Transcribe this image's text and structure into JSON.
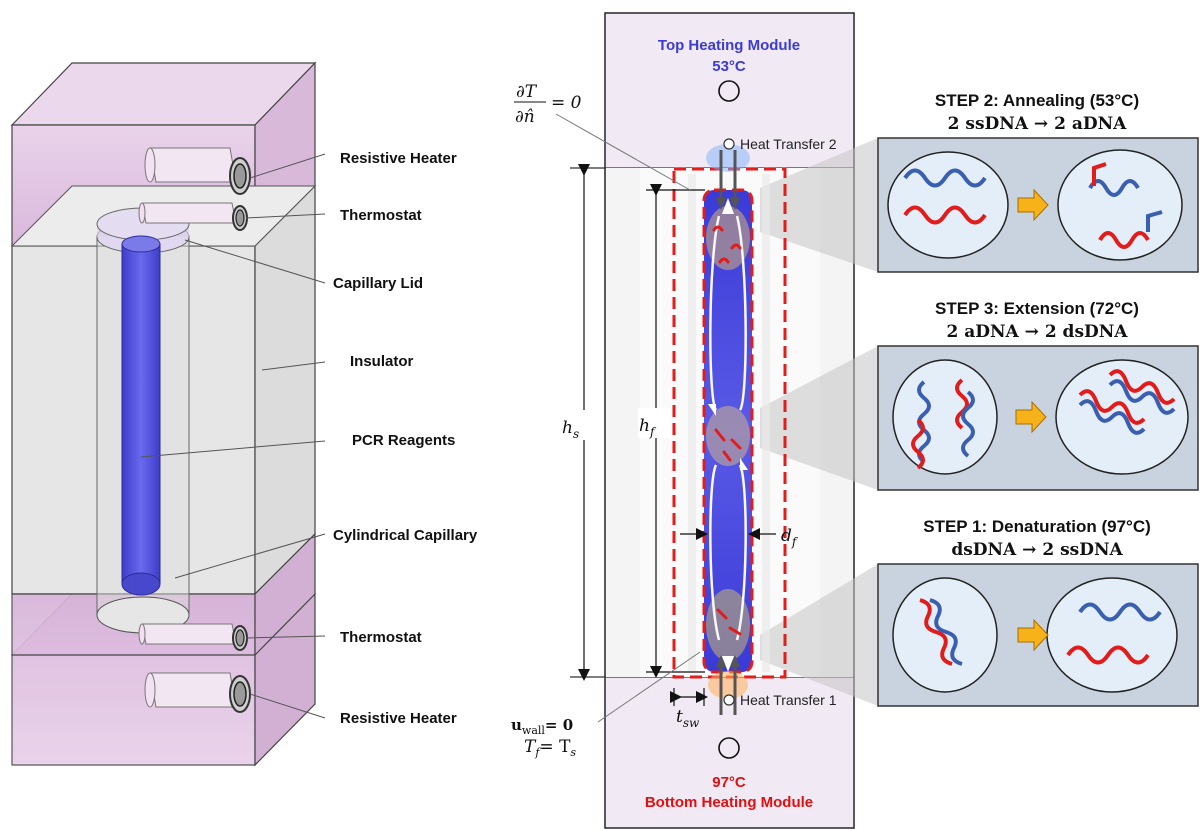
{
  "left_labels": {
    "resistive_heater_top": "Resistive Heater",
    "thermostat_top": "Thermostat",
    "capillary_lid": "Capillary Lid",
    "insulator": "Insulator",
    "pcr_reagents": "PCR Reagents",
    "cylindrical_capillary": "Cylindrical Capillary",
    "thermostat_bottom": "Thermostat",
    "resistive_heater_bottom": "Resistive Heater"
  },
  "center": {
    "top_module_title": "Top Heating Module",
    "top_module_temp": "53°C",
    "bottom_module_temp": "97°C",
    "bottom_module_title": "Bottom Heating Module",
    "heat_transfer_2": "Heat Transfer 2",
    "heat_transfer_1": "Heat Transfer 1",
    "bc_top_num": "∂T",
    "bc_top_den": "∂n̂",
    "bc_top_eq": "= 0",
    "h_s": "h",
    "h_s_sub": "s",
    "h_f": "h",
    "h_f_sub": "f",
    "d_f": "d",
    "d_f_sub": "f",
    "t_sw": "t",
    "t_sw_sub": "sw",
    "bc_wall_u": "u",
    "bc_wall_u_sub": "wall",
    "bc_wall_eq": "= 0",
    "bc_wall_T": "T",
    "bc_wall_T_sub1": "f",
    "bc_wall_T_eq": "= T",
    "bc_wall_T_sub2": "s"
  },
  "steps": {
    "step2_title": "STEP 2: Annealing (53°C)",
    "step2_reaction": "2 ssDNA → 2 aDNA",
    "step3_title": "STEP 3: Extension (72°C)",
    "step3_reaction": "2 aDNA → 2 dsDNA",
    "step1_title": "STEP 1: Denaturation (97°C)",
    "step1_reaction": "dsDNA → 2 ssDNA"
  },
  "colors": {
    "heater_pink": "#e3c8e6",
    "reagent_blue": "#4c4cd6",
    "boundary_red": "#e11d1d",
    "strand_red": "#e21b1b",
    "strand_blue": "#3a5fb0",
    "arrow_orange": "#f7b21a",
    "panel_bg": "#c9d3e0"
  }
}
